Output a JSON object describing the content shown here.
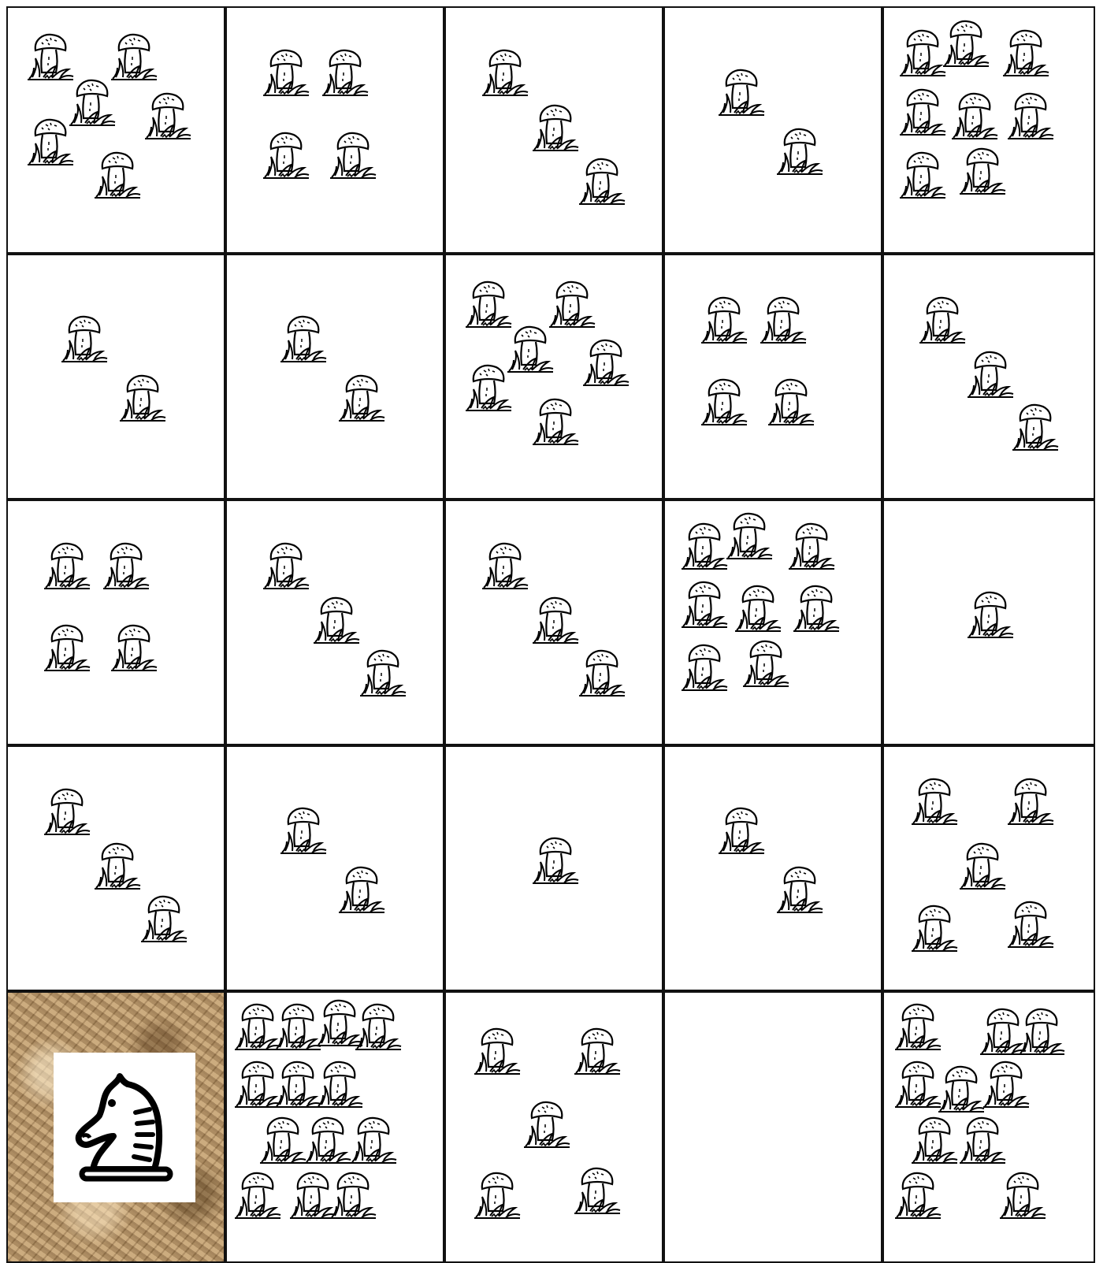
{
  "board": {
    "rows": 5,
    "cols": 5,
    "cells": [
      {
        "row": 1,
        "col": 1,
        "mushrooms": 6,
        "kind": "mushrooms"
      },
      {
        "row": 1,
        "col": 2,
        "mushrooms": 4,
        "kind": "mushrooms"
      },
      {
        "row": 1,
        "col": 3,
        "mushrooms": 3,
        "kind": "mushrooms"
      },
      {
        "row": 1,
        "col": 4,
        "mushrooms": 2,
        "kind": "mushrooms"
      },
      {
        "row": 1,
        "col": 5,
        "mushrooms": 8,
        "kind": "mushrooms"
      },
      {
        "row": 2,
        "col": 1,
        "mushrooms": 2,
        "kind": "mushrooms"
      },
      {
        "row": 2,
        "col": 2,
        "mushrooms": 2,
        "kind": "mushrooms"
      },
      {
        "row": 2,
        "col": 3,
        "mushrooms": 6,
        "kind": "mushrooms"
      },
      {
        "row": 2,
        "col": 4,
        "mushrooms": 4,
        "kind": "mushrooms"
      },
      {
        "row": 2,
        "col": 5,
        "mushrooms": 3,
        "kind": "mushrooms"
      },
      {
        "row": 3,
        "col": 1,
        "mushrooms": 4,
        "kind": "mushrooms"
      },
      {
        "row": 3,
        "col": 2,
        "mushrooms": 3,
        "kind": "mushrooms"
      },
      {
        "row": 3,
        "col": 3,
        "mushrooms": 3,
        "kind": "mushrooms"
      },
      {
        "row": 3,
        "col": 4,
        "mushrooms": 8,
        "kind": "mushrooms"
      },
      {
        "row": 3,
        "col": 5,
        "mushrooms": 1,
        "kind": "mushrooms"
      },
      {
        "row": 4,
        "col": 1,
        "mushrooms": 3,
        "kind": "mushrooms"
      },
      {
        "row": 4,
        "col": 2,
        "mushrooms": 2,
        "kind": "mushrooms"
      },
      {
        "row": 4,
        "col": 3,
        "mushrooms": 1,
        "kind": "mushrooms"
      },
      {
        "row": 4,
        "col": 4,
        "mushrooms": 2,
        "kind": "mushrooms"
      },
      {
        "row": 4,
        "col": 5,
        "mushrooms": 5,
        "kind": "mushrooms"
      },
      {
        "row": 5,
        "col": 1,
        "mushrooms": 0,
        "kind": "start",
        "piece": "knight-icon"
      },
      {
        "row": 5,
        "col": 2,
        "mushrooms": 13,
        "kind": "mushrooms"
      },
      {
        "row": 5,
        "col": 3,
        "mushrooms": 5,
        "kind": "mushrooms"
      },
      {
        "row": 5,
        "col": 4,
        "mushrooms": 0,
        "kind": "empty"
      },
      {
        "row": 5,
        "col": 5,
        "mushrooms": 10,
        "kind": "mushrooms"
      }
    ]
  },
  "icons": {
    "mushroom": "mushroom-icon",
    "knight": "knight-icon",
    "start_texture": "crumpled-paper-texture"
  },
  "colors": {
    "grid_line": "#111111",
    "cell_background": "#ffffff",
    "start_cell": "#b8956a",
    "ink": "#000000"
  }
}
